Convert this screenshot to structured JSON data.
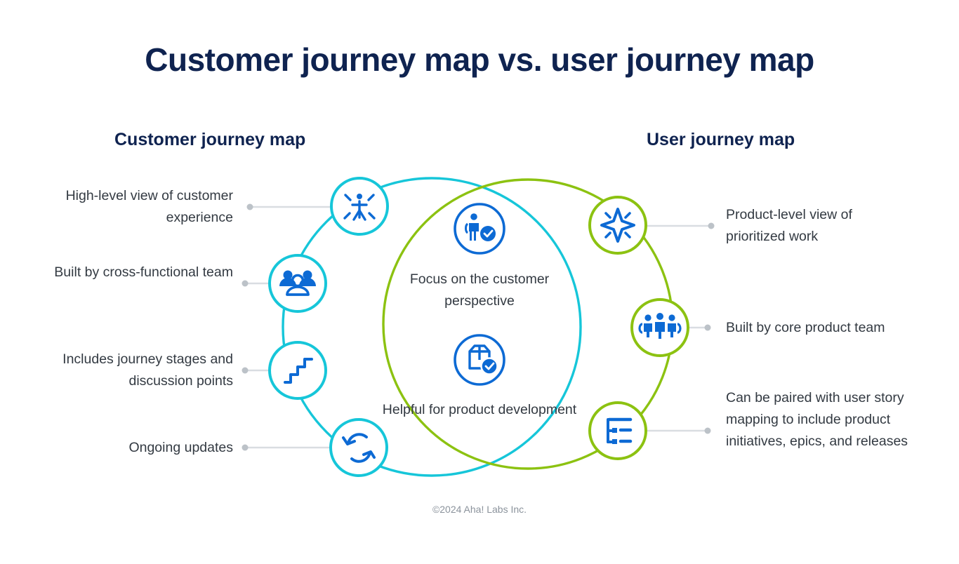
{
  "page": {
    "title": "Customer journey map vs. user journey map",
    "footer": "©2024 Aha! Labs Inc.",
    "background": "#ffffff"
  },
  "colors": {
    "navy": "#0f2350",
    "body_text": "#333a42",
    "cyan": "#16c6d9",
    "green": "#8cc211",
    "blue": "#0d6ad4",
    "connector": "#d9dde1",
    "dot": "#bcc2c8",
    "footer_text": "#8b939c"
  },
  "columns": {
    "left": {
      "heading": "Customer journey map",
      "ring_color": "#16c6d9"
    },
    "right": {
      "heading": "User journey map",
      "ring_color": "#8cc211"
    }
  },
  "left_items": [
    {
      "label": "High-level view of customer experience",
      "icon": "person-radiating-icon"
    },
    {
      "label": "Built by cross-functional team",
      "icon": "people-group-icon"
    },
    {
      "label": "Includes journey stages and discussion points",
      "icon": "stairs-steps-icon"
    },
    {
      "label": "Ongoing updates",
      "icon": "refresh-sync-icon"
    }
  ],
  "right_items": [
    {
      "label": "Product-level view of prioritized work",
      "icon": "sparkle-star-icon"
    },
    {
      "label": "Built by core product team",
      "icon": "three-people-standing-icon"
    },
    {
      "label": "Can be paired with user story mapping to include product initiatives, epics, and releases",
      "icon": "hierarchy-list-icon"
    }
  ],
  "center_items": [
    {
      "label": "Focus on the customer perspective",
      "icon": "person-check-icon"
    },
    {
      "label": "Helpful for product development",
      "icon": "package-check-icon"
    }
  ],
  "chart_data": {
    "type": "venn",
    "title": "Customer journey map vs. user journey map",
    "sets": [
      {
        "name": "Customer journey map",
        "color": "#16c6d9",
        "center": [
          615,
          466
        ],
        "radius": 212,
        "unique_items": [
          "High-level view of customer experience",
          "Built by cross-functional team",
          "Includes journey stages and discussion points",
          "Ongoing updates"
        ]
      },
      {
        "name": "User journey map",
        "color": "#8cc211",
        "center": [
          752,
          462
        ],
        "radius": 206,
        "unique_items": [
          "Product-level view of prioritized work",
          "Built by core product team",
          "Can be paired with user story mapping to include product initiatives, epics, and releases"
        ]
      }
    ],
    "intersection_items": [
      "Focus on the customer perspective",
      "Helpful for product development"
    ]
  }
}
